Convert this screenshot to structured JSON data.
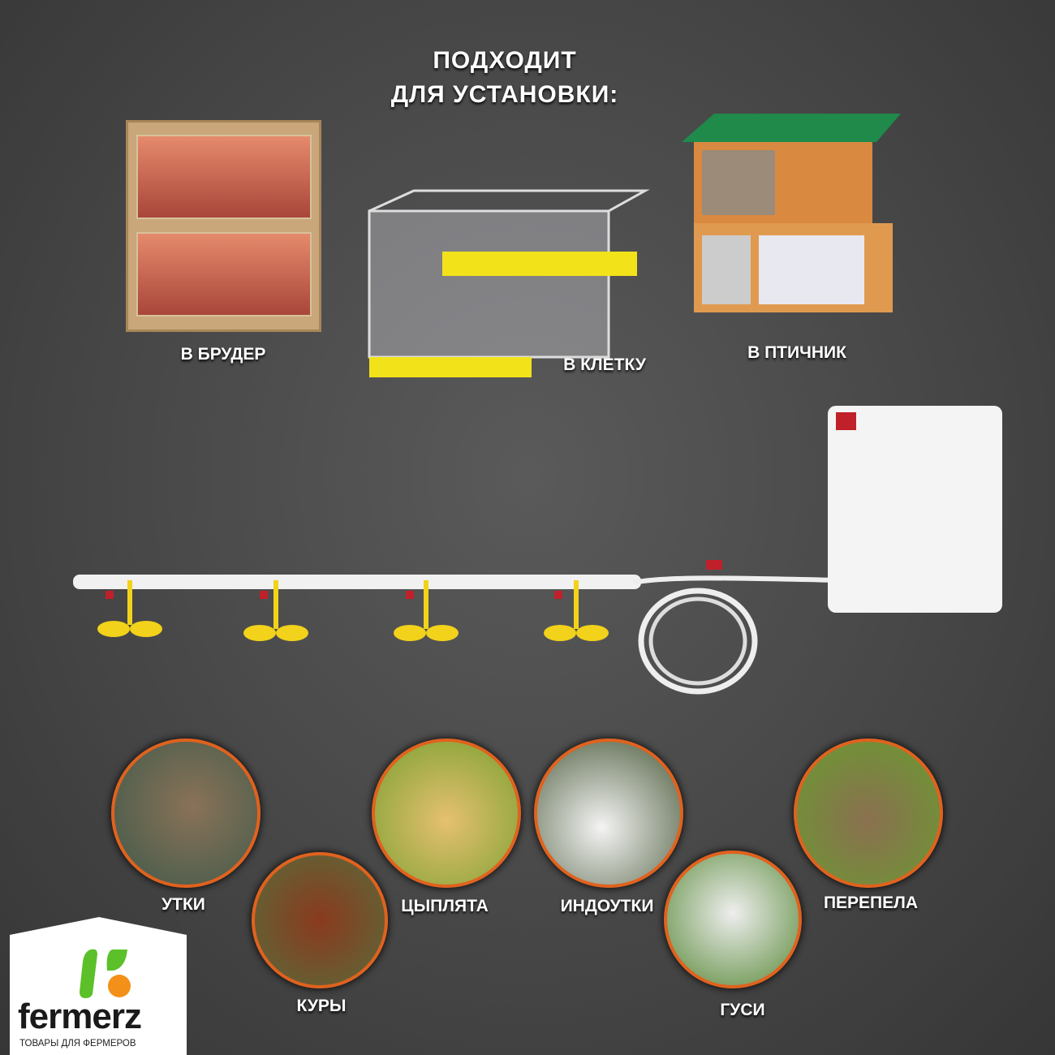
{
  "header": {
    "line1": "ПОДХОДИТ",
    "line2": "ДЛЯ УСТАНОВКИ:"
  },
  "installations": [
    {
      "label": "В БРУДЕР"
    },
    {
      "label": "В КЛЕТКУ"
    },
    {
      "label": "В ПТИЧНИК"
    }
  ],
  "birds": [
    {
      "label": "УТКИ"
    },
    {
      "label": "КУРЫ"
    },
    {
      "label": "ЦЫПЛЯТА"
    },
    {
      "label": "ИНДОУТКИ"
    },
    {
      "label": "ГУСИ"
    },
    {
      "label": "ПЕРЕПЕЛА"
    }
  ],
  "logo": {
    "name": "fermerz",
    "tagline": "ТОВАРЫ ДЛЯ ФЕРМЕРОВ"
  },
  "colors": {
    "accent": "#e0621e",
    "cup": "#f2d21a",
    "leaf": "#5cc02a",
    "orange": "#f39019"
  }
}
